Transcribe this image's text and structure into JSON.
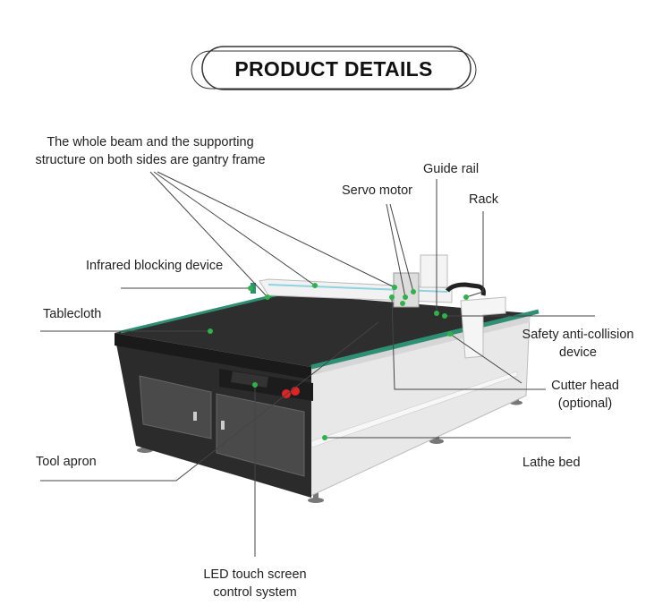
{
  "title": "PRODUCT DETAILS",
  "labels": {
    "gantry_line1": "The whole beam and the supporting",
    "gantry_line2": "structure on both sides are gantry frame",
    "guide_rail": "Guide rail",
    "servo_motor": "Servo motor",
    "rack": "Rack",
    "infrared": "Infrared blocking device",
    "tablecloth": "Tablecloth",
    "safety_line1": "Safety anti-collision",
    "safety_line2": "device",
    "cutter_line1": "Cutter head",
    "cutter_line2": "(optional)",
    "tool_apron": "Tool apron",
    "lathe_bed": "Lathe bed",
    "led_line1": "LED touch screen",
    "led_line2": "control system"
  },
  "colors": {
    "marker": "#2db34a",
    "rail": "#2f8f72",
    "body": "#2b2b2b",
    "side": "#e9e9e9"
  }
}
